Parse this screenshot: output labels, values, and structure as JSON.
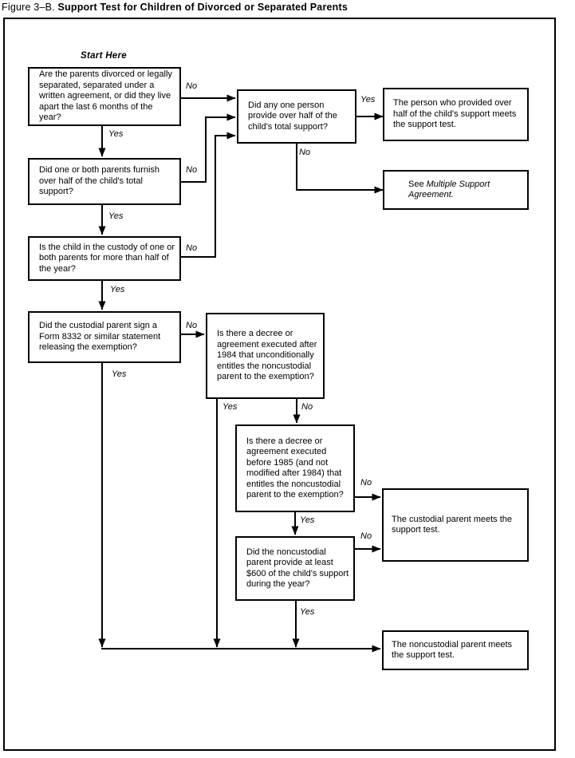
{
  "title": {
    "prefix": "Figure 3–B.",
    "text": "Support Test for Children of Divorced or Separated Parents"
  },
  "start_label": "Start Here",
  "colors": {
    "ink": "#000000",
    "paper": "#ffffff"
  },
  "boxes": {
    "q_divorced": "Are the parents divorced or legally separated, separated under a written agreement, or did they live apart the last 6 months of the year?",
    "q_furnish_half": "Did one or both parents furnish over half of the child's total support?",
    "q_custody": "Is the child in the custody of one or both parents for more than half of the year?",
    "q_form8332": "Did the custodial parent sign a Form 8332 or similar statement releasing the exemption?",
    "q_one_person_half": "Did any one person provide over half of the child's total support?",
    "q_decree_after_1984": "Is there a decree or agreement executed after 1984 that unconditionally entitles the noncustodial parent to the exemption?",
    "q_decree_before_1985": "Is there a decree or agreement executed before 1985 (and not modified after 1984) that entitles the noncustodial parent to the exemption?",
    "q_600_support": "Did the noncustodial parent provide at least $600 of the child's support during the year?",
    "r_person_provided": "The person who provided over half of the child's support meets the support test.",
    "r_see_prefix": "See ",
    "r_see_italic": "Multiple Support Agreement.",
    "r_custodial": "The custodial parent meets the support test.",
    "r_noncustodial": "The noncustodial parent meets the support test."
  },
  "edge_labels": {
    "q1_yes": "Yes",
    "q1_no": "No",
    "q2_yes": "Yes",
    "q2_no": "No",
    "q3_yes": "Yes",
    "q3_no": "No",
    "q4_yes": "Yes",
    "q4_no": "No",
    "q5_yes": "Yes",
    "q5_no": "No",
    "q6_yes": "Yes",
    "q6_no": "No",
    "q7_yes": "Yes",
    "q7_no": "No",
    "q8_yes": "Yes",
    "q8_no": "No"
  }
}
